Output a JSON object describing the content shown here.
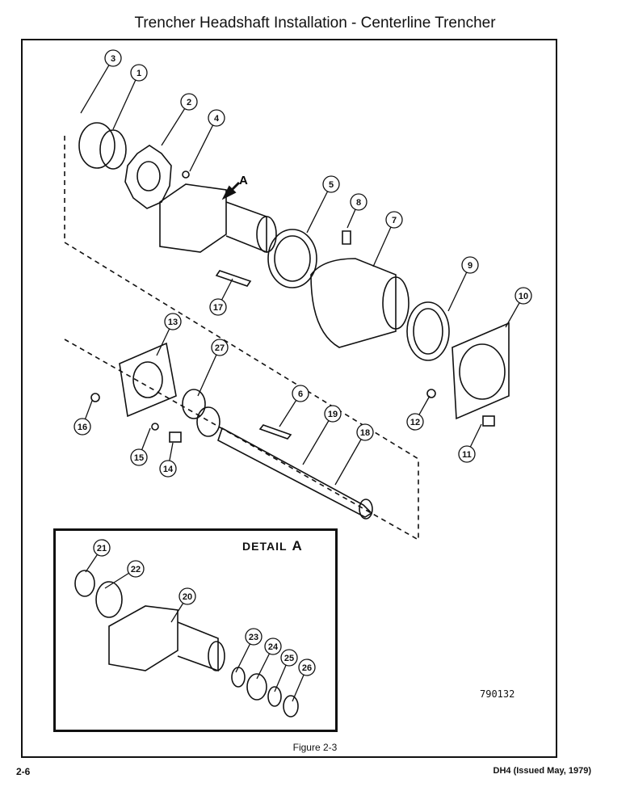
{
  "page": {
    "title": "Trencher Headshaft Installation - Centerline Trencher",
    "figure_caption": "Figure 2-3",
    "page_number": "2-6",
    "doc_reference": "DH4 (Issued May, 1979)"
  },
  "illustration": {
    "drawing_number": "790132",
    "detail_label": "DETAIL",
    "detail_letter": "A",
    "pointer_letter": "A",
    "callouts": [
      "1",
      "2",
      "3",
      "4",
      "5",
      "6",
      "7",
      "8",
      "9",
      "10",
      "11",
      "12",
      "13",
      "14",
      "15",
      "16",
      "17",
      "18",
      "19",
      "20",
      "21",
      "22",
      "23",
      "24",
      "25",
      "26",
      "27"
    ]
  }
}
